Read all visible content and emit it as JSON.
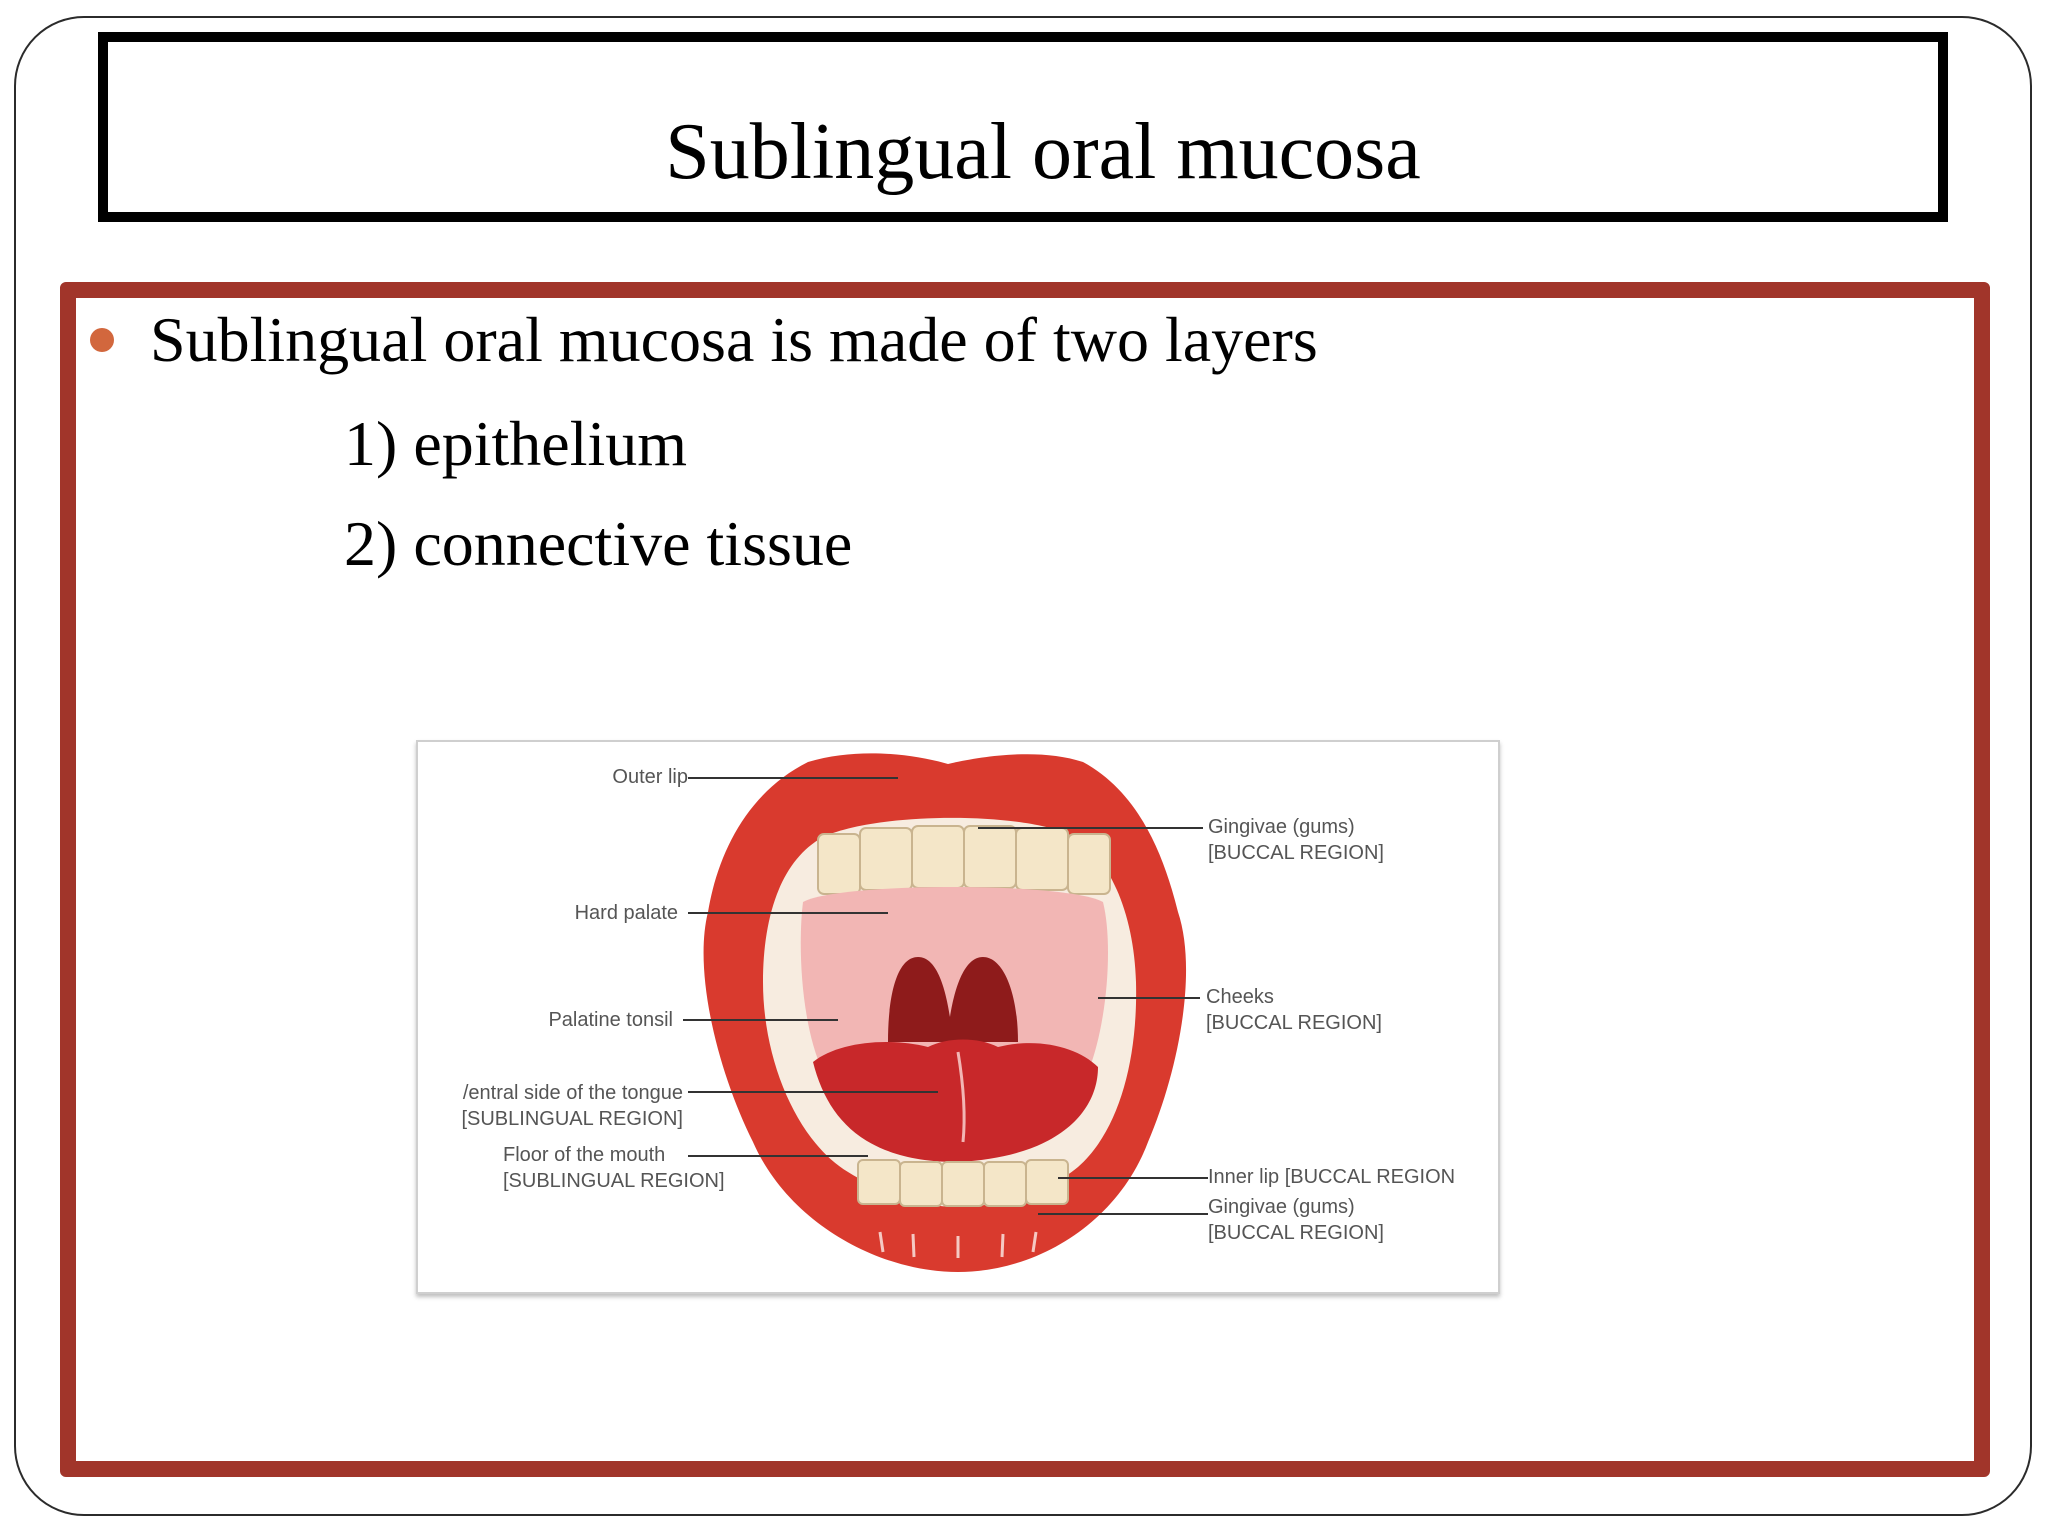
{
  "slide": {
    "title": "Sublingual oral mucosa",
    "bullet": "Sublingual oral mucosa is made of two layers",
    "items": [
      "1) epithelium",
      "2) connective tissue"
    ]
  },
  "figure": {
    "labels_left": {
      "outer_lip": "Outer lip",
      "hard_palate": "Hard palate",
      "palatine_tonsil": "Palatine tonsil",
      "ventral_tongue": [
        "/entral side of the tongue",
        "[SUBLINGUAL REGION]"
      ],
      "floor_mouth": [
        "Floor of the mouth",
        "[SUBLINGUAL REGION]"
      ]
    },
    "labels_right": {
      "gingivae_upper": [
        "Gingivae (gums)",
        "[BUCCAL REGION]"
      ],
      "cheeks": [
        "Cheeks",
        "[BUCCAL REGION]"
      ],
      "inner_lip": "Inner lip [BUCCAL REGION",
      "gingivae_lower": [
        "Gingivae (gums)",
        "[BUCCAL REGION]"
      ]
    }
  },
  "colors": {
    "accent_border": "#a1352a",
    "bullet": "#d2673d",
    "lip_red": "#d93a2e",
    "mouth_pink": "#f2b6b4",
    "throat_dark": "#8e1b1b",
    "teeth": "#f4e6c8"
  }
}
